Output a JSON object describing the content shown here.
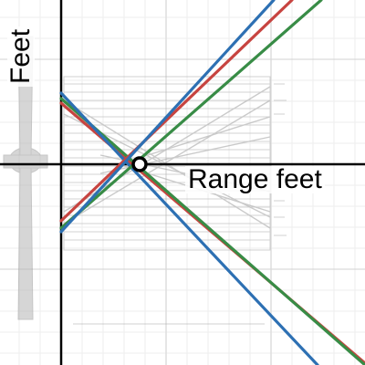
{
  "graph": {
    "x_axis_label": "Range feet",
    "y_axis_label": "Feet",
    "colors": {
      "red": "#c74440",
      "green": "#388c46",
      "blue": "#2d70b3",
      "grid": "#d9d9d9",
      "axis": "#000000",
      "background_drawing": "#9a9a9a"
    },
    "background_image": "aircraft-range-chart-drawing",
    "movable_point": "intersection-point",
    "line_colors": [
      "red",
      "green",
      "blue",
      "red",
      "green",
      "blue"
    ]
  }
}
